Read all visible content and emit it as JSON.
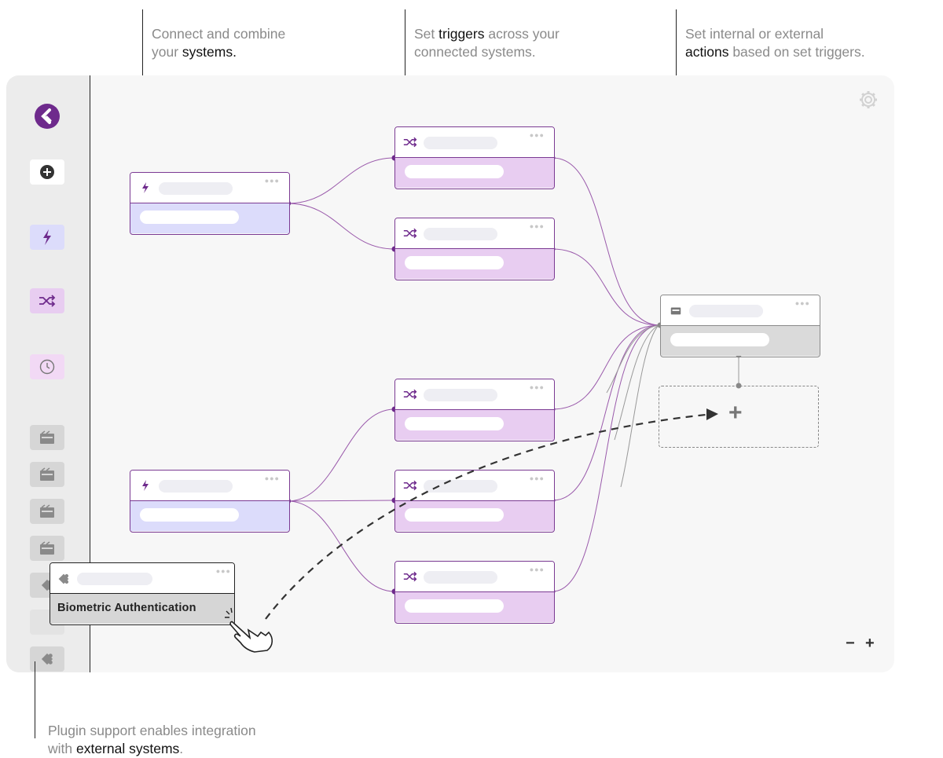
{
  "callouts": {
    "systems": {
      "pre": "Connect and combine\nyour ",
      "em": "systems.",
      "post": ""
    },
    "triggers": {
      "pre": "Set ",
      "em": "triggers",
      "post": " across your\nconnected systems."
    },
    "actions": {
      "pre": "Set internal or external\n",
      "em": "actions",
      "post": " based on set triggers."
    },
    "plugins": {
      "pre": "Plugin support enables integration\nwith ",
      "em": "external systems",
      "post": "."
    }
  },
  "plugin_node": {
    "label": "Biometric Authentication"
  },
  "zoom": {
    "out": "−",
    "in": "+"
  },
  "add_node": {
    "label": "+"
  },
  "colors": {
    "brand": "#6e2a8c",
    "system": "#dcdcfb",
    "trigger": "#e8cdf1",
    "action": "#dadada",
    "wire": "#9a5aab"
  },
  "icons": {
    "logo": "app-logo-icon",
    "add": "add-circle-icon",
    "system": "lightning-icon",
    "trigger": "shuffle-icon",
    "schedule": "clock-icon",
    "action": "action-card-icon",
    "plugin": "puzzle-icon",
    "settings": "gear-icon",
    "cursor": "hand-pointer-icon"
  }
}
